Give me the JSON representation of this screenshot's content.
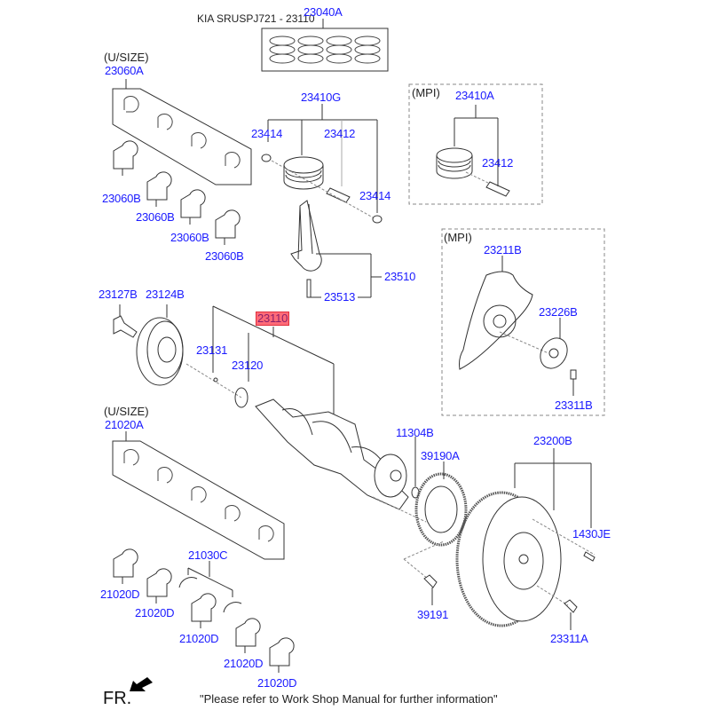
{
  "header": {
    "title": "KIA SRUSPJ721 - 23110"
  },
  "groups": {
    "mpi_piston": "(MPI)",
    "mpi_drive_plate": "(MPI)",
    "usize_upper": "(U/SIZE)",
    "usize_lower": "(U/SIZE)"
  },
  "parts": {
    "p23040A": "23040A",
    "p23060A": "23060A",
    "p23060B_1": "23060B",
    "p23060B_2": "23060B",
    "p23060B_3": "23060B",
    "p23060B_4": "23060B",
    "p23410G": "23410G",
    "p23414_1": "23414",
    "p23412_1": "23412",
    "p23414_2": "23414",
    "p23410A": "23410A",
    "p23412_2": "23412",
    "p23510": "23510",
    "p23513": "23513",
    "p23211B": "23211B",
    "p23226B": "23226B",
    "p23311B": "23311B",
    "p23127B": "23127B",
    "p23124B": "23124B",
    "p23110": "23110",
    "p23131": "23131",
    "p23120": "23120",
    "p21020A": "21020A",
    "p11304B": "11304B",
    "p39190A": "39190A",
    "p23200B": "23200B",
    "p1430JE": "1430JE",
    "p39191": "39191",
    "p23311A": "23311A",
    "p21030C": "21030C",
    "p21020D_1": "21020D",
    "p21020D_2": "21020D",
    "p21020D_3": "21020D",
    "p21020D_4": "21020D",
    "p21020D_5": "21020D"
  },
  "highlighted_part": "23110",
  "colors": {
    "label": "#1a1aff",
    "highlight_bg": "#ff6b78",
    "highlight_text": "#8a1f6a"
  },
  "footer": {
    "direction": "FR.",
    "direction_icon": "arrow-icon",
    "note": "\"Please refer to Work Shop Manual for further information\""
  }
}
